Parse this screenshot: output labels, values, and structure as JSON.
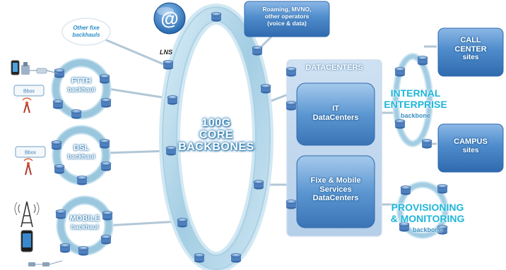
{
  "core": {
    "label_1": "100G",
    "label_2": "CORE",
    "label_3": "BACKBONES"
  },
  "access_rings": [
    {
      "id": "ftth",
      "label_1": "FTTH",
      "label_2": "backhaul"
    },
    {
      "id": "dsl",
      "label_1": "DSL",
      "label_2": "backhaul"
    },
    {
      "id": "mobile",
      "label_1": "MOBILE",
      "label_2": "backhaul"
    }
  ],
  "other_fixe": {
    "label": "Other fixe backhauls"
  },
  "lns": {
    "label": "LNS"
  },
  "roaming": {
    "label_1": "Roaming, MVNO,",
    "label_2": "other operators",
    "label_3": "(voice & data)"
  },
  "datacenters": {
    "title": "DATACENTERS",
    "it": {
      "label_1": "IT",
      "label_2": "DataCenters"
    },
    "services": {
      "label_1": "Fixe & Mobile",
      "label_2": "Services",
      "label_3": "DataCenters"
    }
  },
  "internal_enterprise": {
    "label_1": "INTERNAL",
    "label_2": "ENTERPRISE",
    "sub": "backbone"
  },
  "call_center": {
    "label_1": "CALL",
    "label_2": "CENTER",
    "label_3": "sites"
  },
  "campus": {
    "label_1": "CAMPUS",
    "label_2": "sites"
  },
  "provisioning": {
    "label_1": "PROVISIONING",
    "label_2": "& MONITORING",
    "sub": "backbone"
  },
  "devices": {
    "box_label": "Bbox"
  },
  "colors": {
    "ring_main": "#9cc9e2",
    "ring_light": "#cfe6f3",
    "box_main": "#4a86c8",
    "box_light": "#7fb0e0",
    "panel": "#dbe9f6",
    "accent_text": "#1fb6d9",
    "router": "#5a88c0",
    "link": "#a8c2d4"
  }
}
